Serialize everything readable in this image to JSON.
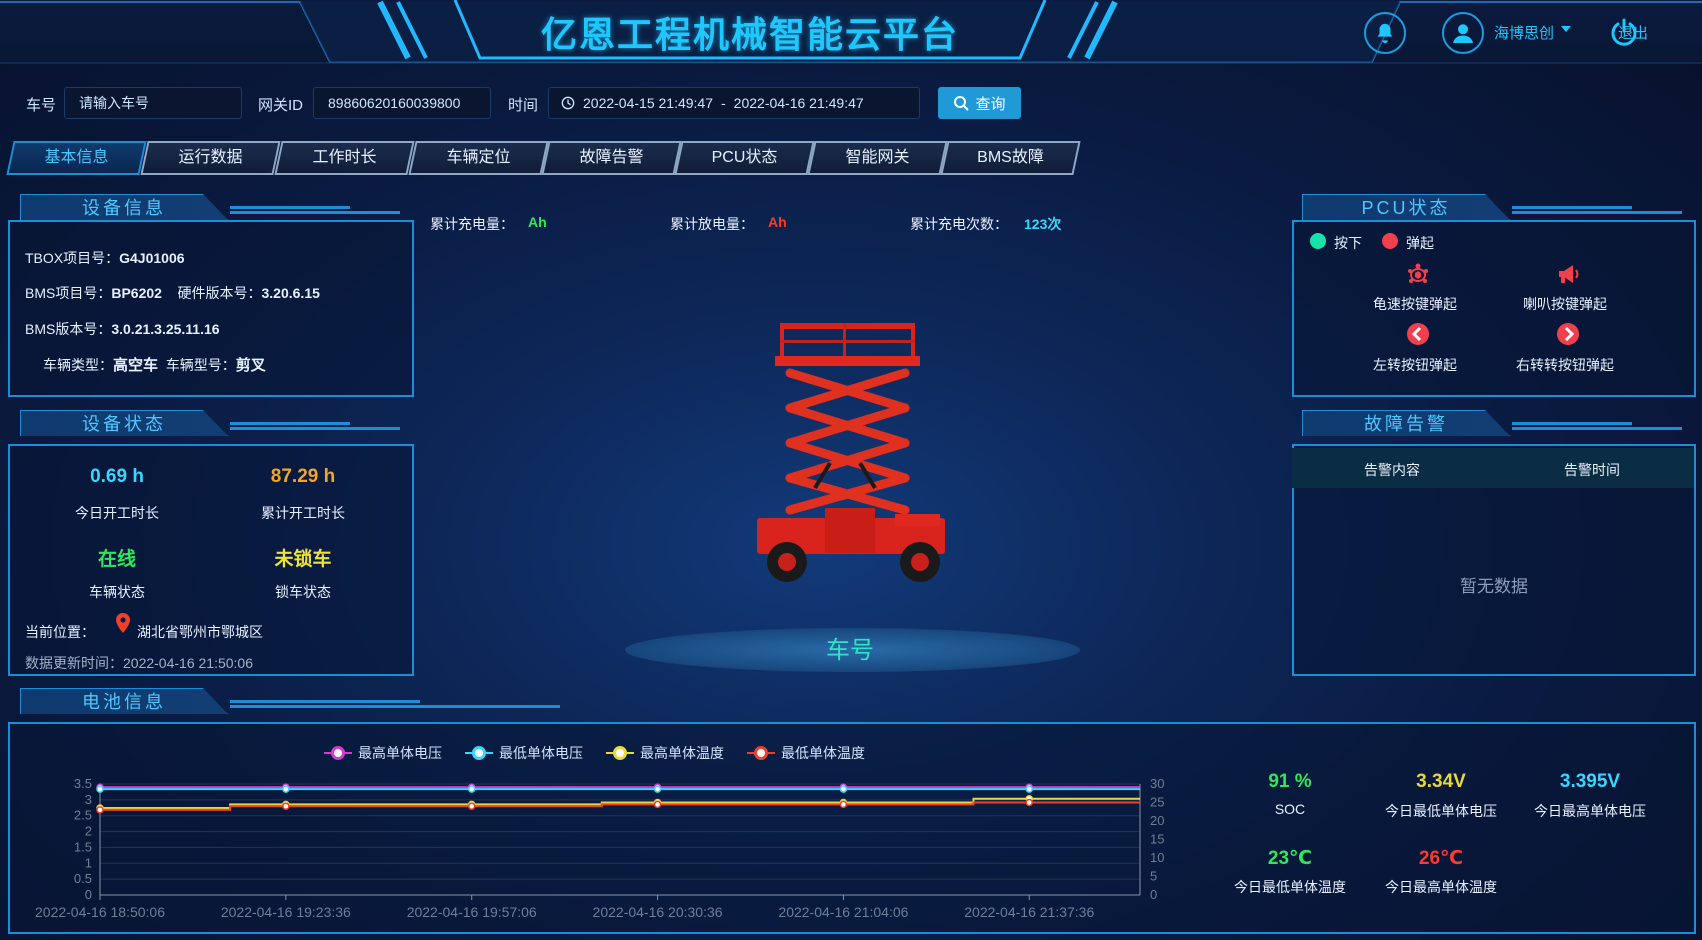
{
  "header": {
    "title": "亿恩工程机械智能云平台",
    "user_name": "海博思创",
    "logout_label": "退出",
    "icons": [
      "bell-icon",
      "user-avatar-icon",
      "power-icon"
    ]
  },
  "filters": {
    "vehicle_label": "车号",
    "vehicle_placeholder": "请输入车号",
    "gateway_label": "网关ID",
    "gateway_value": "89860620160039800",
    "time_label": "时间",
    "time_start": "2022-04-15 21:49:47",
    "time_sep": "-",
    "time_end": "2022-04-16 21:49:47",
    "query_label": "查询"
  },
  "tabs": [
    {
      "label": "基本信息",
      "active": true
    },
    {
      "label": "运行数据"
    },
    {
      "label": "工作时长"
    },
    {
      "label": "车辆定位"
    },
    {
      "label": "故障告警"
    },
    {
      "label": "PCU状态"
    },
    {
      "label": "智能网关"
    },
    {
      "label": "BMS故障"
    }
  ],
  "device_info": {
    "title": "设备信息",
    "tbox_label": "TBOX项目号：",
    "tbox_value": "G4J01006",
    "bms_label": "BMS项目号：",
    "bms_value": "BP6202",
    "hw_label": "硬件版本号：",
    "hw_value": "3.20.6.15",
    "bms_ver_label": "BMS版本号：",
    "bms_ver_value": "3.0.21.3.25.11.16",
    "vtype_label": "车辆类型：",
    "vtype_value": "高空车",
    "vmodel_label": "车辆型号：",
    "vmodel_value": "剪叉"
  },
  "device_status": {
    "title": "设备状态",
    "today_hours": "0.69 h",
    "today_hours_label": "今日开工时长",
    "total_hours": "87.29 h",
    "total_hours_label": "累计开工时长",
    "vehicle_status": "在线",
    "vehicle_status_label": "车辆状态",
    "lock_status": "未锁车",
    "lock_status_label": "锁车状态",
    "location_label": "当前位置：",
    "location_value": "湖北省鄂州市鄂城区",
    "update_label": "数据更新时间：",
    "update_value": "2022-04-16 21:50:06"
  },
  "center": {
    "charge_label": "累计充电量：",
    "charge_value": "Ah",
    "discharge_label": "累计放电量：",
    "discharge_value": "Ah",
    "charge_count_label": "累计充电次数：",
    "charge_count_value": "123次",
    "vehicle_label": "车号"
  },
  "pcu": {
    "title": "PCU状态",
    "legend_pressed": "按下",
    "legend_released": "弹起",
    "items": [
      {
        "label": "龟速按键弹起",
        "icon": "turtle-icon"
      },
      {
        "label": "喇叭按键弹起",
        "icon": "horn-icon"
      },
      {
        "label": "左转按钮弹起",
        "icon": "left-arrow-icon"
      },
      {
        "label": "右转转按钮弹起",
        "icon": "right-arrow-icon"
      }
    ],
    "colors": {
      "pressed": "#19e3a8",
      "released": "#f0404e"
    }
  },
  "fault": {
    "title": "故障告警",
    "col_content": "告警内容",
    "col_time": "告警时间",
    "empty": "暂无数据"
  },
  "battery": {
    "title": "电池信息",
    "stats": [
      {
        "value": "91 %",
        "label": "SOC",
        "color": "#2ee85a"
      },
      {
        "value": "3.34V",
        "label": "今日最低单体电压",
        "color": "#e8d83a"
      },
      {
        "value": "3.395V",
        "label": "今日最高单体电压",
        "color": "#36d8ff"
      },
      {
        "value": "23℃",
        "label": "今日最低单体温度",
        "color": "#2ee85a"
      },
      {
        "value": "26℃",
        "label": "今日最高单体温度",
        "color": "#ff3a2a"
      }
    ]
  },
  "chart_data": {
    "type": "line",
    "x": [
      "2022-04-16 18:50:06",
      "2022-04-16 19:23:36",
      "2022-04-16 19:57:06",
      "2022-04-16 20:30:36",
      "2022-04-16 21:04:06",
      "2022-04-16 21:37:36"
    ],
    "left_axis": {
      "min": 0,
      "max": 3.5,
      "ticks": [
        "0",
        "0.5",
        "1",
        "1.5",
        "2",
        "2.5",
        "3",
        "3.5"
      ]
    },
    "right_axis": {
      "min": 0,
      "max": 30,
      "ticks": [
        "0",
        "5",
        "10",
        "15",
        "20",
        "25",
        "30"
      ]
    },
    "series": [
      {
        "name": "最高单体电压",
        "axis": "left",
        "color": "#d23cd2",
        "values": [
          3.4,
          3.4,
          3.4,
          3.4,
          3.4,
          3.4
        ]
      },
      {
        "name": "最低单体电压",
        "axis": "left",
        "color": "#36d8ff",
        "values": [
          3.34,
          3.34,
          3.34,
          3.34,
          3.34,
          3.34
        ]
      },
      {
        "name": "最高单体温度",
        "axis": "right",
        "color": "#e8d83a",
        "values": [
          23.5,
          24.5,
          24.5,
          25,
          25,
          26
        ]
      },
      {
        "name": "最低单体温度",
        "axis": "right",
        "color": "#f0402a",
        "values": [
          23,
          24,
          24,
          24.5,
          24.5,
          25
        ]
      }
    ],
    "legend_position": "top",
    "grid": true
  }
}
